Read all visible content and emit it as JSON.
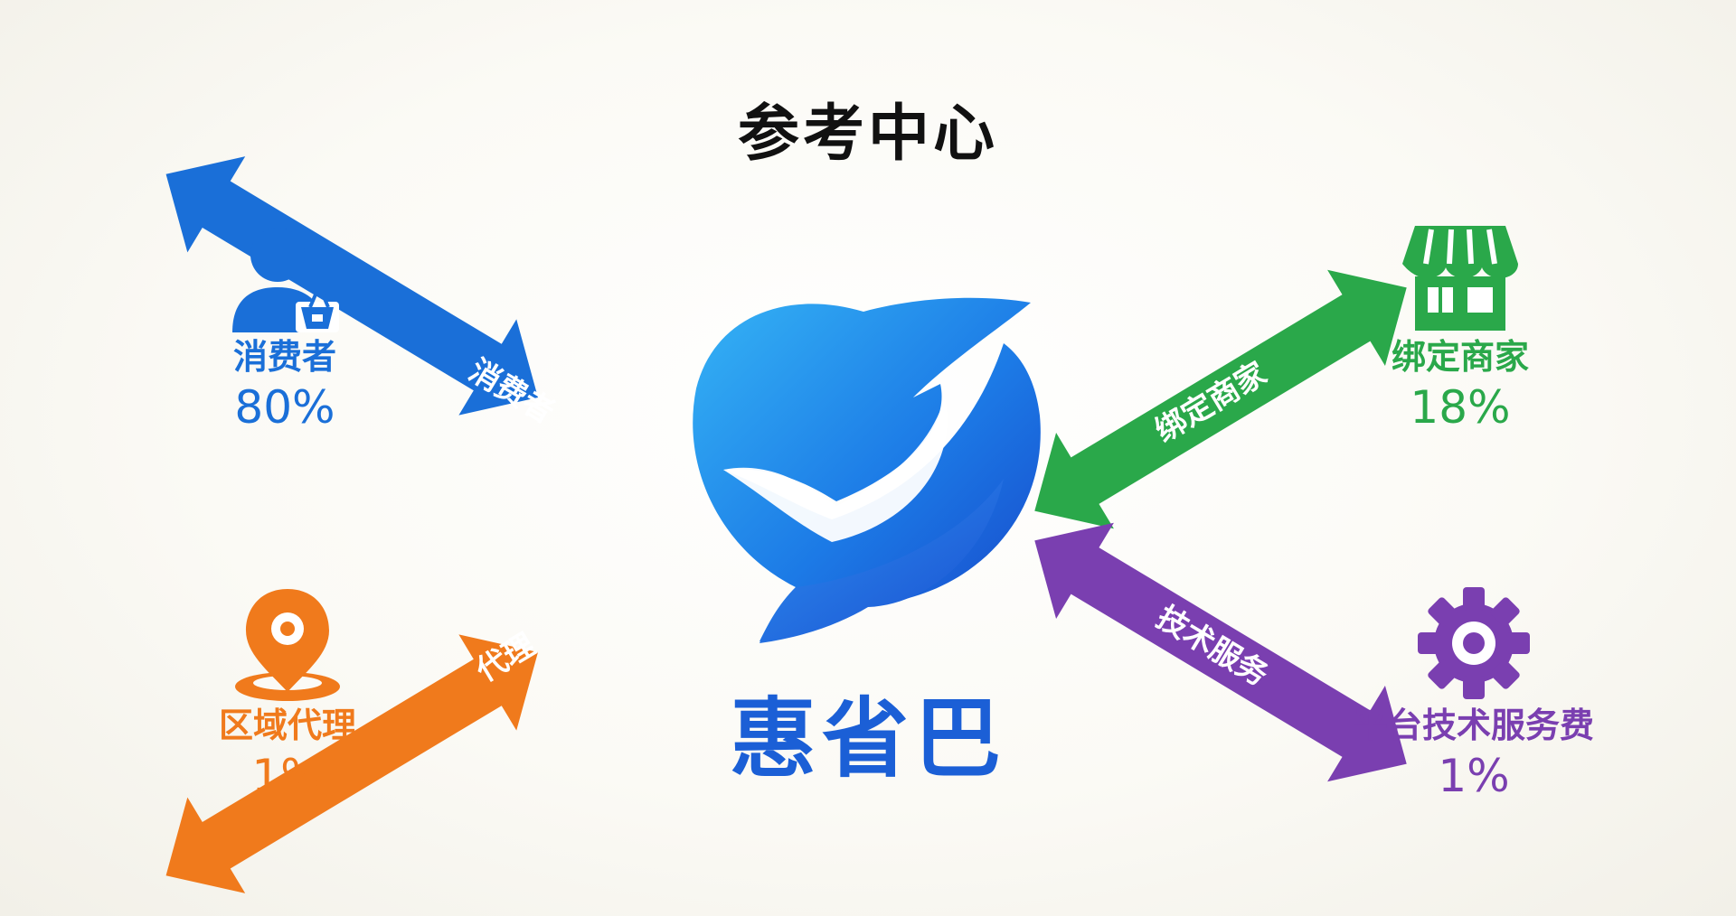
{
  "title": "参考中心",
  "brand": {
    "name": "惠省巴",
    "color": "#1b5fd6"
  },
  "nodes": {
    "consumer": {
      "label": "消费者",
      "value": "80%",
      "icon": "consumer-shopping-icon",
      "color": "#1a6fd8"
    },
    "merchant": {
      "label": "绑定商家",
      "value": "18%",
      "icon": "storefront-icon",
      "color": "#2aa84a"
    },
    "agent": {
      "label": "区域代理",
      "value": "1%",
      "icon": "location-pin-icon",
      "color": "#f07a1c"
    },
    "tech": {
      "label": "平台技术服务费",
      "value": "1%",
      "icon": "gear-icon",
      "color": "#7a3fb0"
    }
  },
  "arrows": {
    "consumer": {
      "label": "消费者",
      "color": "#1a6fd8"
    },
    "merchant": {
      "label": "绑定商家",
      "color": "#2aa84a"
    },
    "agent": {
      "label": "代理",
      "color": "#f07a1c"
    },
    "tech": {
      "label": "技术服务",
      "color": "#7a3fb0"
    }
  }
}
